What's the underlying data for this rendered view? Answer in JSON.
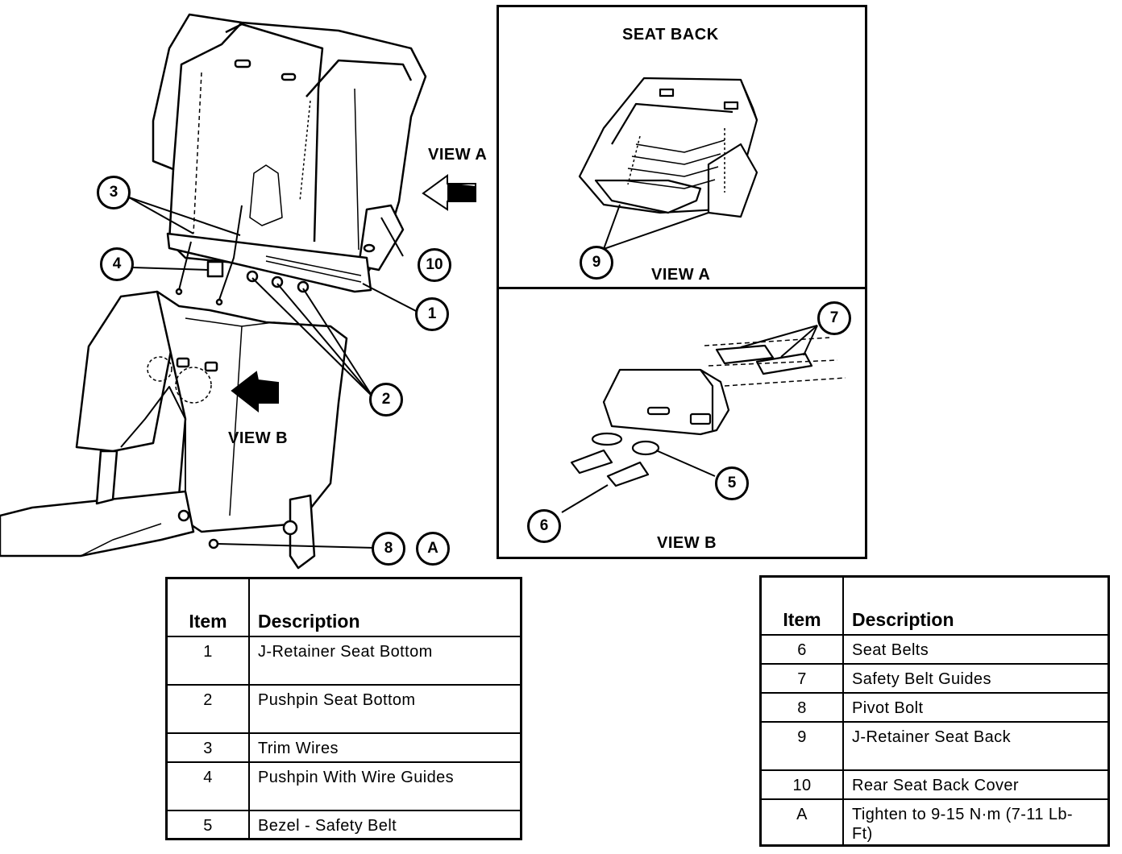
{
  "labels": {
    "view_a": "VIEW A",
    "view_b": "VIEW B",
    "seat_back_title": "SEAT BACK",
    "panel_a_view": "VIEW A",
    "panel_b_view": "VIEW B"
  },
  "callouts": {
    "c1": "1",
    "c2": "2",
    "c3": "3",
    "c4": "4",
    "c5": "5",
    "c6": "6",
    "c7": "7",
    "c8": "8",
    "c9": "9",
    "c10": "10",
    "cA": "A"
  },
  "table_left": {
    "header_item": "Item",
    "header_desc": "Description",
    "rows": [
      {
        "item": "1",
        "desc": "J-Retainer Seat Bottom"
      },
      {
        "item": "2",
        "desc": "Pushpin Seat Bottom"
      },
      {
        "item": "3",
        "desc": "Trim Wires"
      },
      {
        "item": "4",
        "desc": "Pushpin With Wire Guides"
      },
      {
        "item": "5",
        "desc": "Bezel - Safety Belt"
      }
    ]
  },
  "table_right": {
    "header_item": "Item",
    "header_desc": "Description",
    "rows": [
      {
        "item": "6",
        "desc": "Seat Belts"
      },
      {
        "item": "7",
        "desc": "Safety Belt Guides"
      },
      {
        "item": "8",
        "desc": "Pivot Bolt"
      },
      {
        "item": "9",
        "desc": "J-Retainer Seat Back"
      },
      {
        "item": "10",
        "desc": "Rear Seat Back Cover"
      },
      {
        "item": "A",
        "desc": "Tighten to 9-15 N·m (7-11 Lb-Ft)"
      }
    ]
  }
}
